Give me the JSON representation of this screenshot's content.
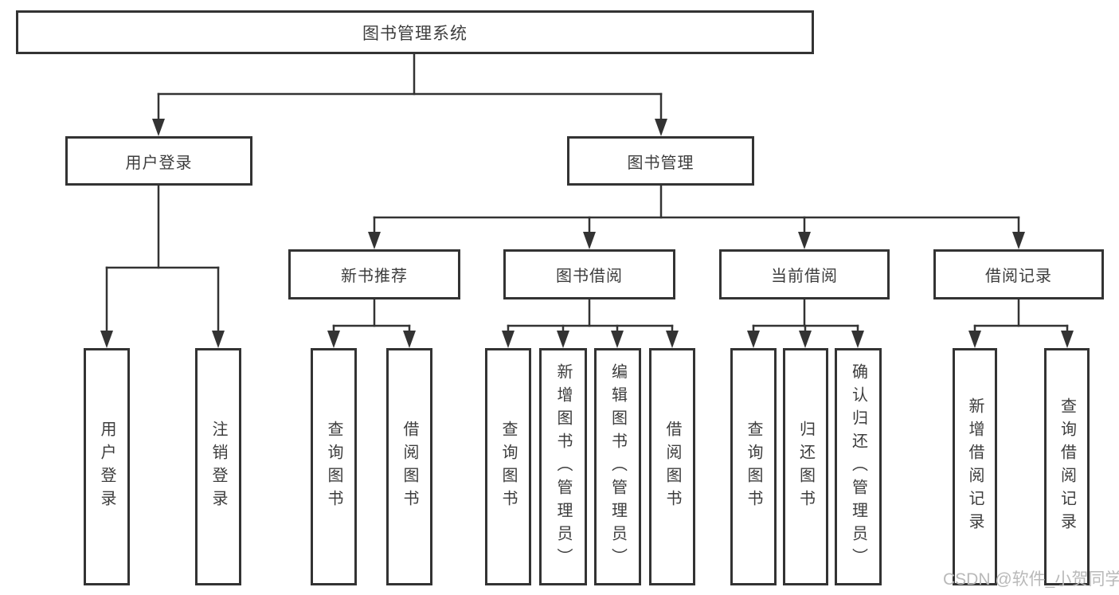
{
  "diagram": {
    "root": {
      "label": "图书管理系统",
      "children": [
        {
          "label": "用户登录",
          "children": [
            {
              "label": "用户登录"
            },
            {
              "label": "注销登录"
            }
          ]
        },
        {
          "label": "图书管理",
          "children": [
            {
              "label": "新书推荐",
              "children": [
                {
                  "label": "查询图书"
                },
                {
                  "label": "借阅图书"
                }
              ]
            },
            {
              "label": "图书借阅",
              "children": [
                {
                  "label": "查询图书"
                },
                {
                  "label": "新增图书（管理员）"
                },
                {
                  "label": "编辑图书（管理员）"
                },
                {
                  "label": "借阅图书"
                }
              ]
            },
            {
              "label": "当前借阅",
              "children": [
                {
                  "label": "查询图书"
                },
                {
                  "label": "归还图书"
                },
                {
                  "label": "确认归还（管理员）"
                }
              ]
            },
            {
              "label": "借阅记录",
              "children": [
                {
                  "label": "新增借阅记录"
                },
                {
                  "label": "查询借阅记录"
                }
              ]
            }
          ]
        }
      ]
    }
  },
  "colors": {
    "line": "#333333",
    "border": "#333333",
    "text": "#3d3d3d",
    "bg": "#ffffff",
    "watermark": "#b9b9b9"
  },
  "watermark": {
    "text": "CSDN @软件_小贺同学"
  }
}
